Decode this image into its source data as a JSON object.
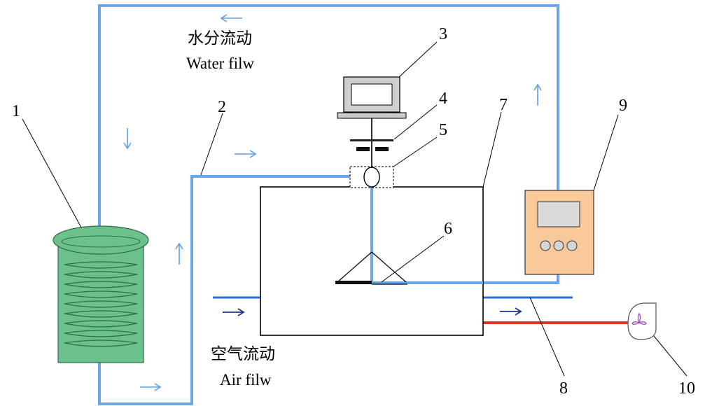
{
  "labels": {
    "water_cn": "水分流动",
    "water_en": "Water filw",
    "air_cn": "空气流动",
    "air_en": "Air filw",
    "n1": "1",
    "n2": "2",
    "n3": "3",
    "n4": "4",
    "n5": "5",
    "n6": "6",
    "n7": "7",
    "n8": "8",
    "n9": "9",
    "n10": "10"
  },
  "colors": {
    "water_line": "#6aa6e8",
    "air_inlet": "#2e6fd6",
    "air_outlet_red": "#e8342b",
    "dark_arrow": "#23338a",
    "coil_green": "#6cc08b",
    "controller_orange": "#f9c99a"
  }
}
